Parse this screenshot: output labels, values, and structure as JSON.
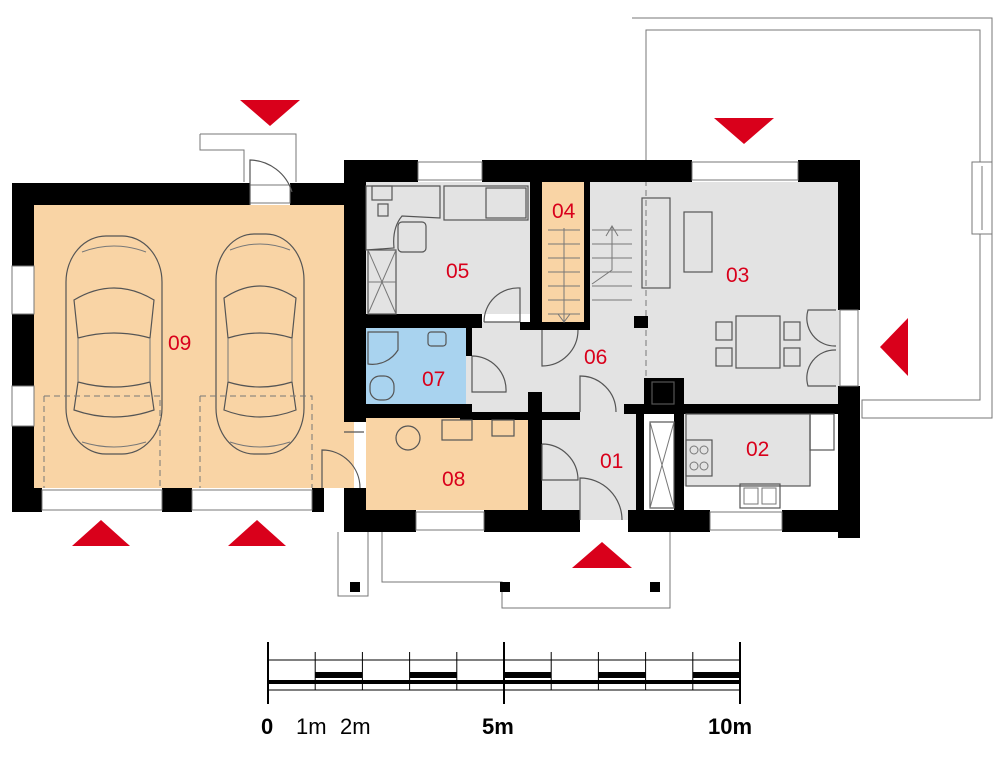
{
  "rooms": [
    {
      "id": "01",
      "color": "#e3e3e3"
    },
    {
      "id": "02",
      "color": "#e3e3e3"
    },
    {
      "id": "03",
      "color": "#e3e3e3"
    },
    {
      "id": "04",
      "color": "#f9d4a5"
    },
    {
      "id": "05",
      "color": "#e3e3e3"
    },
    {
      "id": "06",
      "color": "#e3e3e3"
    },
    {
      "id": "07",
      "color": "#a9d3ef"
    },
    {
      "id": "08",
      "color": "#f9d4a5"
    },
    {
      "id": "09",
      "color": "#f9d4a5"
    }
  ],
  "scale": {
    "labels": {
      "zero": "0",
      "one": "1m",
      "two": "2m",
      "five": "5m",
      "ten": "10m"
    },
    "divisions": 10
  },
  "colors": {
    "wall": "#000000",
    "arrow": "#d9001b",
    "label": "#d9001b"
  },
  "entry_arrows": [
    {
      "name": "entry-arrow-garage-side-door",
      "direction": "down"
    },
    {
      "name": "entry-arrow-terrace",
      "direction": "down"
    },
    {
      "name": "entry-arrow-east",
      "direction": "left"
    },
    {
      "name": "entry-arrow-garage-left",
      "direction": "up"
    },
    {
      "name": "entry-arrow-garage-right",
      "direction": "up"
    },
    {
      "name": "entry-arrow-main-entrance",
      "direction": "up"
    }
  ]
}
